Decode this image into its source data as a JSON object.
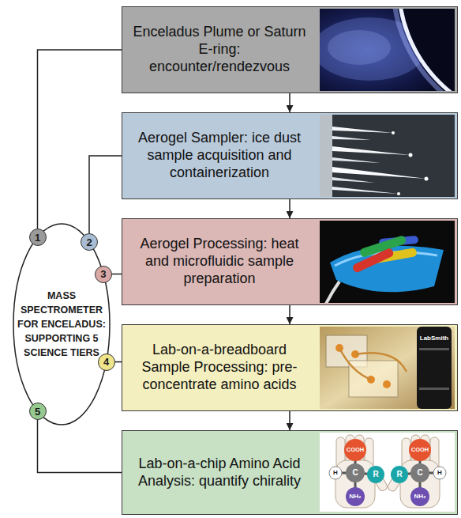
{
  "diagram": {
    "nodes": [
      {
        "text": [
          "Enceladus Plume or Saturn E-ring: encounter/rendezvous"
        ]
      },
      {
        "text": [
          "Aerogel Sampler: ice dust sample acquisition and containerization"
        ]
      },
      {
        "text": [
          "Aerogel Processing: heat and microfluidic sample preparation"
        ]
      },
      {
        "text": [
          "Lab-on-a-breadboard Sample Processing: pre-concentrate amino acids"
        ]
      },
      {
        "text": [
          "Lab-on-a-chip Amino Acid Analysis: quantify chirality"
        ]
      },
      {
        "text": [
          "MASS SPECTROMETER FOR ENCELADUS: SUPPORTING 5 SCIENCE TIERS"
        ]
      },
      {
        "text": [
          "1"
        ]
      },
      {
        "text": [
          "2"
        ]
      },
      {
        "text": [
          "3"
        ]
      },
      {
        "text": [
          "4"
        ]
      },
      {
        "text": [
          "5"
        ]
      }
    ],
    "edges": [
      {
        "from": 0,
        "to": 1,
        "arrow": "to"
      },
      {
        "from": 1,
        "to": 2,
        "arrow": "to"
      },
      {
        "from": 2,
        "to": 3,
        "arrow": "to"
      },
      {
        "from": 3,
        "to": 4,
        "arrow": "to"
      },
      {
        "from": 6,
        "to": 0,
        "arrow": "none"
      },
      {
        "from": 7,
        "to": 1,
        "arrow": "none"
      },
      {
        "from": 8,
        "to": 2,
        "arrow": "none"
      },
      {
        "from": 9,
        "to": 3,
        "arrow": "none"
      },
      {
        "from": 10,
        "to": 4,
        "arrow": "none"
      }
    ],
    "labels": [
      "LabSmith",
      "COOH",
      "H",
      "C",
      "R",
      "NH₂",
      "COOH",
      "C",
      "R",
      "H",
      "NH₂"
    ]
  }
}
